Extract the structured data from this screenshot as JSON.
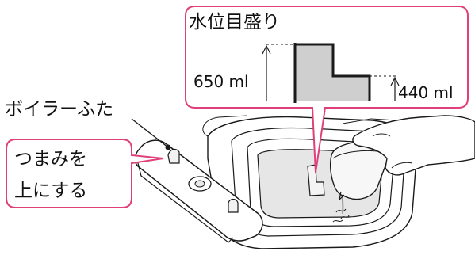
{
  "water_level_callout": {
    "title": "水位目盛り",
    "high_mark": "650 ml",
    "low_mark": "440 ml"
  },
  "boiler_lid_label": "ボイラーふた",
  "instruction_callout": {
    "line1": "つまみを",
    "line2": "上にする"
  },
  "colors": {
    "callout_border": "#e0407a",
    "gauge_fill": "#cfcfcf",
    "line": "#1a1a1a"
  }
}
